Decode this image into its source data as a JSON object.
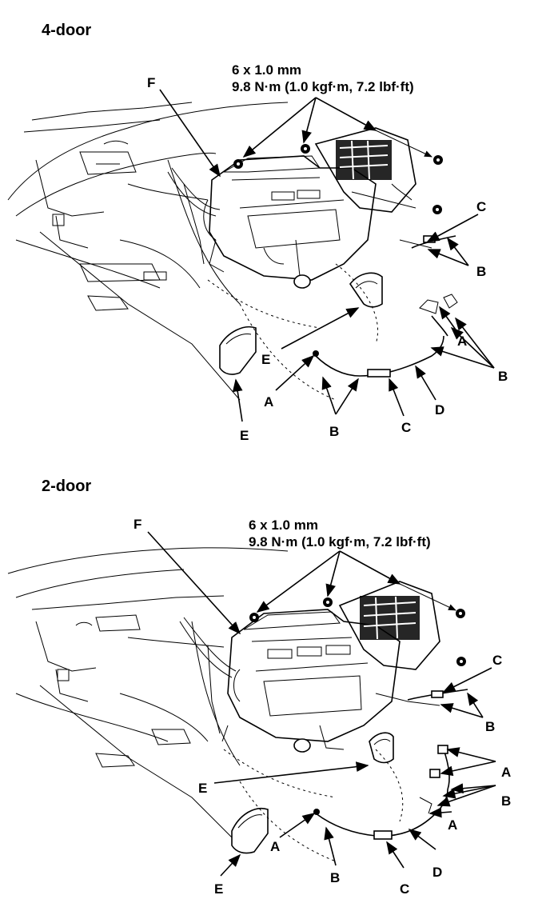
{
  "panels": [
    {
      "heading": "4-door",
      "spec_line1": "6 x 1.0 mm",
      "spec_line2": "9.8 N·m (1.0 kgf·m, 7.2 lbf·ft)",
      "callouts": {
        "F": "F",
        "C_right": "C",
        "B_right": "B",
        "A_right": "A",
        "B_right_lower": "B",
        "E_mid": "E",
        "A_left": "A",
        "B_bottom": "B",
        "C_bottom": "C",
        "D": "D",
        "E_bottom": "E"
      }
    },
    {
      "heading": "2-door",
      "spec_line1": "6 x 1.0 mm",
      "spec_line2": "9.8 N·m (1.0 kgf·m, 7.2 lbf·ft)",
      "callouts": {
        "F": "F",
        "C_right": "C",
        "B_right": "B",
        "A_right": "A",
        "B_right_lower": "B",
        "A_right_lower": "A",
        "E_mid": "E",
        "A_left": "A",
        "B_bottom": "B",
        "C_bottom": "C",
        "D": "D",
        "E_bottom": "E"
      }
    }
  ],
  "icons": {
    "nut": "flange-nut-icon",
    "heater_unit": "heater-unit-illustration",
    "duct": "floor-duct-illustration"
  }
}
